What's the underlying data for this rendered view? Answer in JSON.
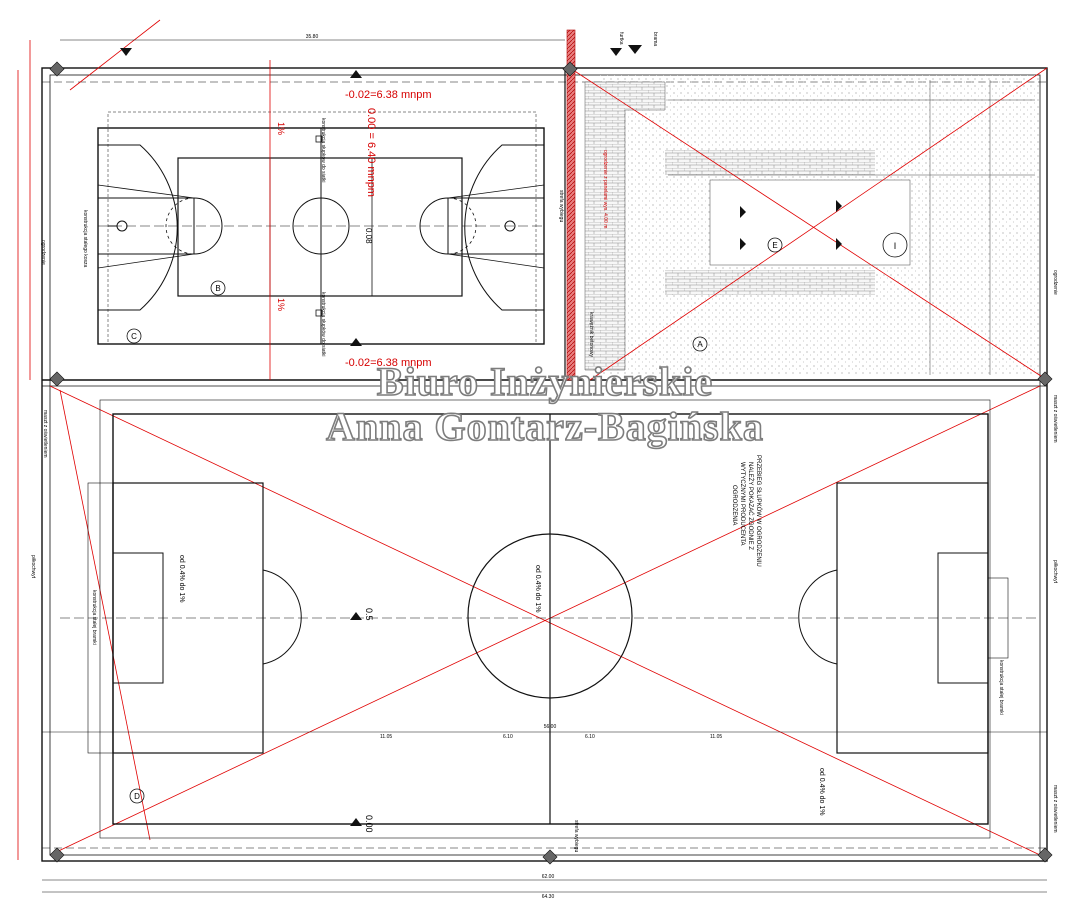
{
  "watermark": {
    "line1": "Biuro Inżynierskie",
    "line2": "Anna Gontarz-Bagińska"
  },
  "basketball_court": {
    "level_top": "-0.02=6.38 mnpm",
    "level_center": "0.00 = 6.40 mnpm",
    "level_bottom": "-0.02=6.38 mnpm",
    "slope_top": "1%",
    "slope_bottom": "1%",
    "center_height": "0.08",
    "hoop_label": "konstrukcja stałego kosza",
    "post_label_top": "konstrukcja słupków do siatki",
    "post_label_bottom": "konstrukcja słupków do siatki",
    "exit_label": "strefa wybiegu",
    "marker_b": "B",
    "marker_c": "C"
  },
  "football_pitch": {
    "slope_text": "od 0.4% do 1%",
    "center_level": "0.5",
    "bottom_level": "0.00",
    "goal_label": "konstrukcja stałej bramki",
    "note_line1": "PRZEBIEG SŁUPKÓW W OGRODZENIU",
    "note_line2": "NALEŻY POKAZAĆ ZGODNIE Z",
    "note_line3": "WYTYCZNYMI PRODUCENTA",
    "note_line4": "OGRODZENIA",
    "marker_d": "D",
    "exit_label": "strefa wybiegu"
  },
  "annotations": {
    "fence": "ogrodzenie",
    "gate": "furtka",
    "gate_big": "brama",
    "mast": "maszt z oświetleniem",
    "seats": "piłkochwyt",
    "curb": "krawężnik betonowy",
    "fence_red": "ogrodzenie z panelami wys. 4.00 m",
    "marker_a": "A",
    "marker_e": "E",
    "marker_i": "I"
  },
  "dimensions": {
    "total_width": "64.30",
    "inner_width": "62.00",
    "pitch_center": "56.00",
    "half_a": "11.05",
    "half_b": "6.10",
    "top_span": "35.80"
  }
}
